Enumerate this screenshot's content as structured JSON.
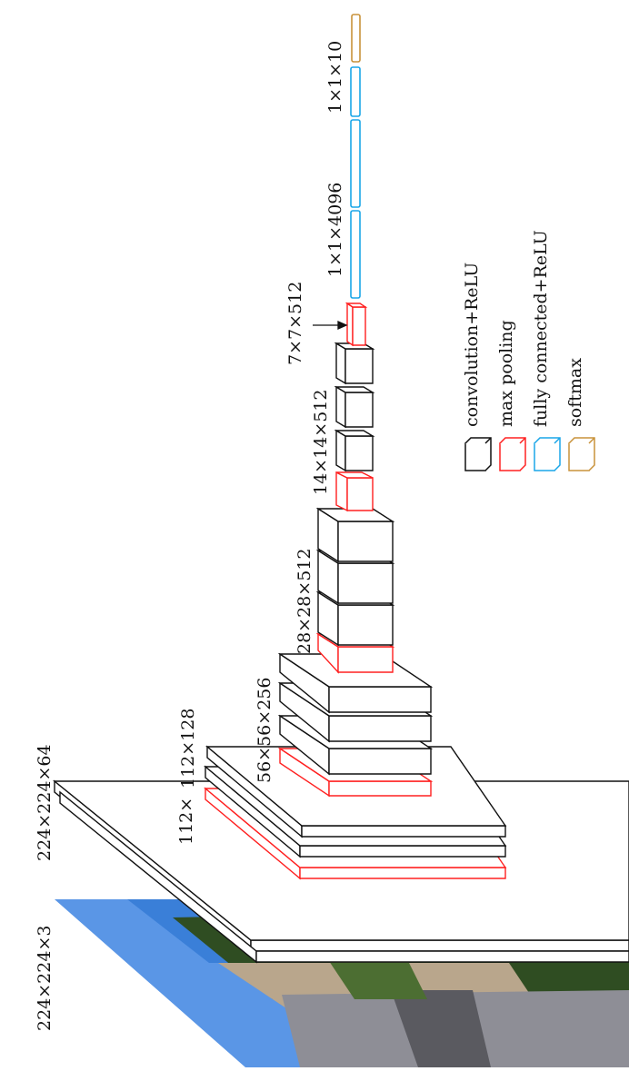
{
  "labels": {
    "input": "224×224×3",
    "block1": "224×224×64",
    "block2_a": "112×",
    "block2_b": "112×128",
    "block3": "56×56×256",
    "block4": "28×28×512",
    "block5": "14×14×512",
    "pool5": "7×7×512",
    "fc": "1×1×4096",
    "softmax": "1×1×10"
  },
  "legend": [
    {
      "label": "convolution+ReLU",
      "color": "#111111"
    },
    {
      "label": "max  pooling",
      "color": "#ff2020"
    },
    {
      "label": "fully  connected+ReLU",
      "color": "#1aa6e8"
    },
    {
      "label": "softmax",
      "color": "#c8923a"
    }
  ],
  "colors": {
    "conv": "#111111",
    "pool": "#ff2020",
    "fc": "#1aa6e8",
    "softmax": "#c8923a",
    "sky": "#4a8fe0",
    "tree": "#3e5e2a",
    "building": "#c9b9a3"
  }
}
